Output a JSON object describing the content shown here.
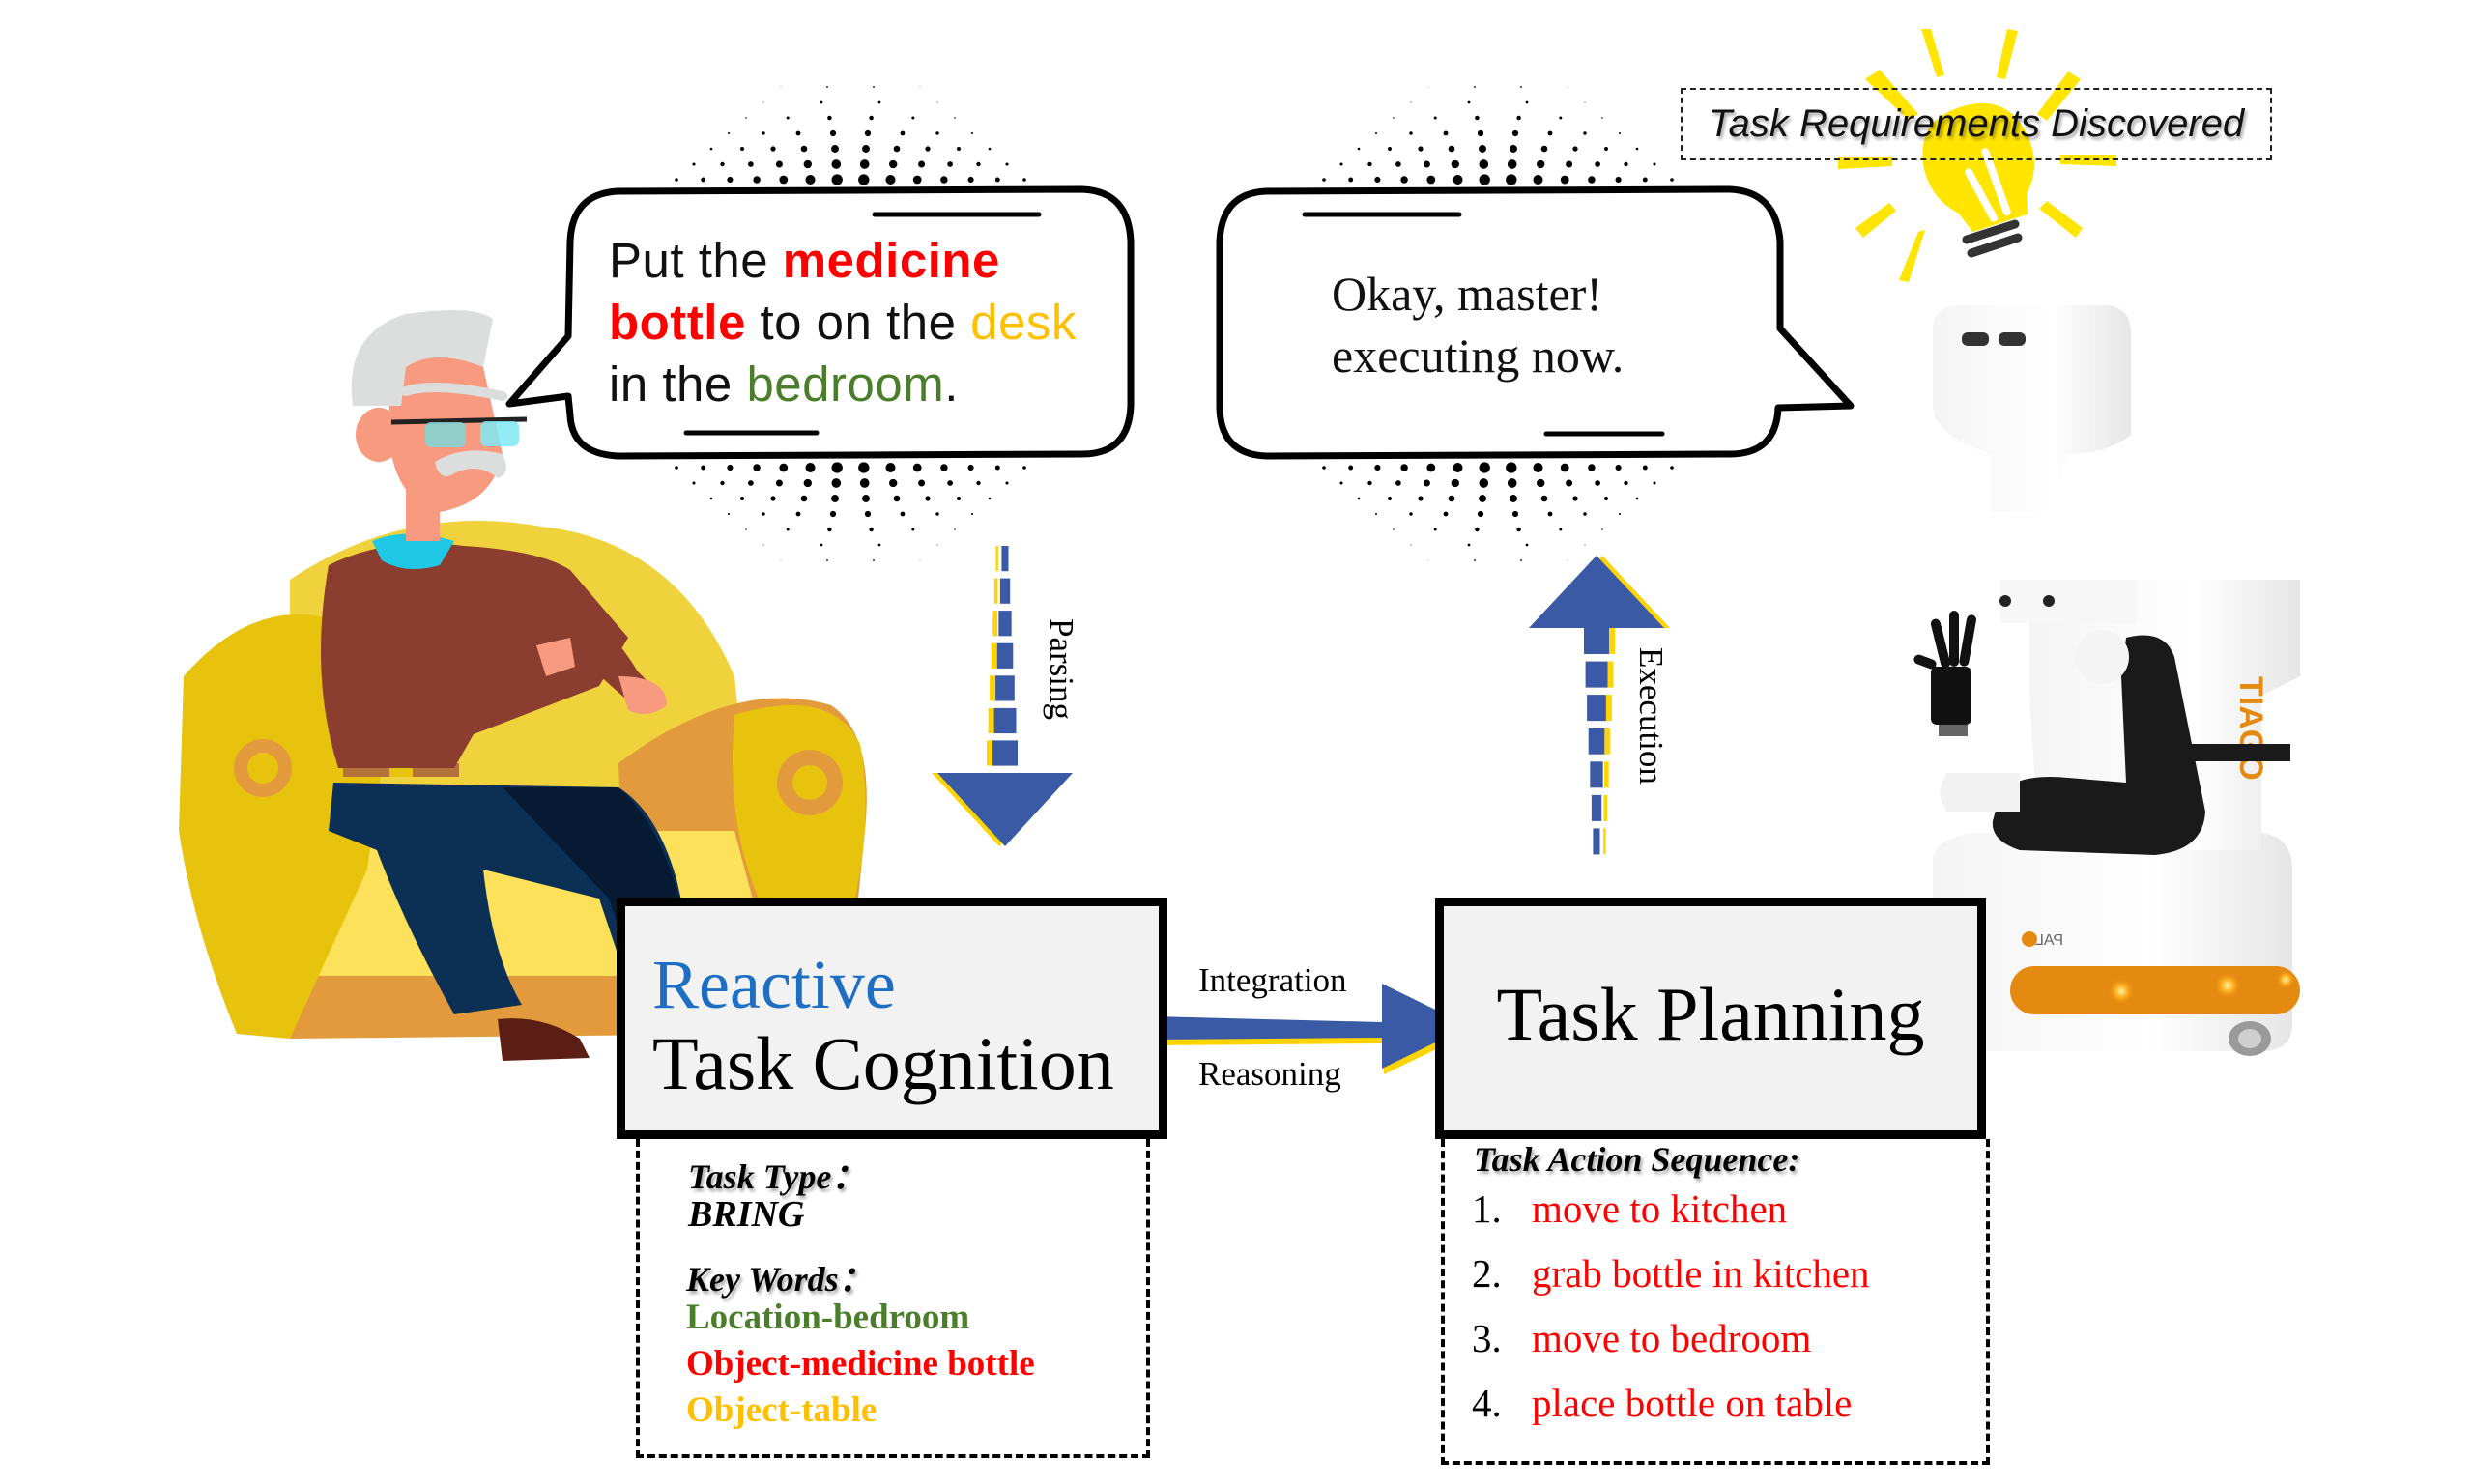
{
  "colors": {
    "arrow_blue": "#3a5aa5",
    "arrow_yellow": "#ffd400",
    "title_blue": "#1e6fc4",
    "keyword_red": "#ff0000",
    "keyword_yellow": "#ffc000",
    "keyword_green": "#4a7e2a",
    "box_fill": "#f2f2f2",
    "robot_orange": "#e58a10",
    "bulb_yellow": "#ffe500"
  },
  "user_speech": {
    "segments": [
      {
        "text": "Put the ",
        "style": "plain"
      },
      {
        "text": "medicine bottle",
        "style": "red"
      },
      {
        "text": " to on the ",
        "style": "plain"
      },
      {
        "text": "desk",
        "style": "yellow"
      },
      {
        "text": " in the ",
        "style": "plain"
      },
      {
        "text": "bedroom",
        "style": "green"
      },
      {
        "text": ".",
        "style": "plain"
      }
    ],
    "line1_a": "Put the ",
    "line1_b": "medicine",
    "line2_a": "bottle",
    "line2_b": " to on the ",
    "line2_c": "desk",
    "line3_a": "in the ",
    "line3_b": "bedroom",
    "line3_c": "."
  },
  "robot_speech": {
    "line1": "Okay, master!",
    "line2": "executing now."
  },
  "requirements_label": "Task Requirements Discovered",
  "arrows": {
    "parsing": "Parsing",
    "execution": "Execution",
    "integration": "Integration",
    "reasoning": "Reasoning"
  },
  "cognition_box": {
    "title_line1": "Reactive",
    "title_line2": "Task Cognition",
    "task_type_label": "Task Type：",
    "task_type_value": "BRING",
    "key_words_label": "Key Words：",
    "key_words": [
      {
        "text": "Location-bedroom",
        "color": "green"
      },
      {
        "text": "Object-medicine bottle",
        "color": "red"
      },
      {
        "text": "Object-table",
        "color": "yellow"
      }
    ]
  },
  "planning_box": {
    "title": "Task Planning",
    "sequence_label": "Task Action Sequence:",
    "steps": [
      {
        "num": "1.",
        "text": "move to kitchen"
      },
      {
        "num": "2.",
        "text": "grab bottle in kitchen"
      },
      {
        "num": "3.",
        "text": "move to bedroom"
      },
      {
        "num": "4.",
        "text": "place bottle on table"
      }
    ]
  },
  "robot_branding": {
    "body_logo": "TIAGO",
    "base_logo": "PAL"
  }
}
